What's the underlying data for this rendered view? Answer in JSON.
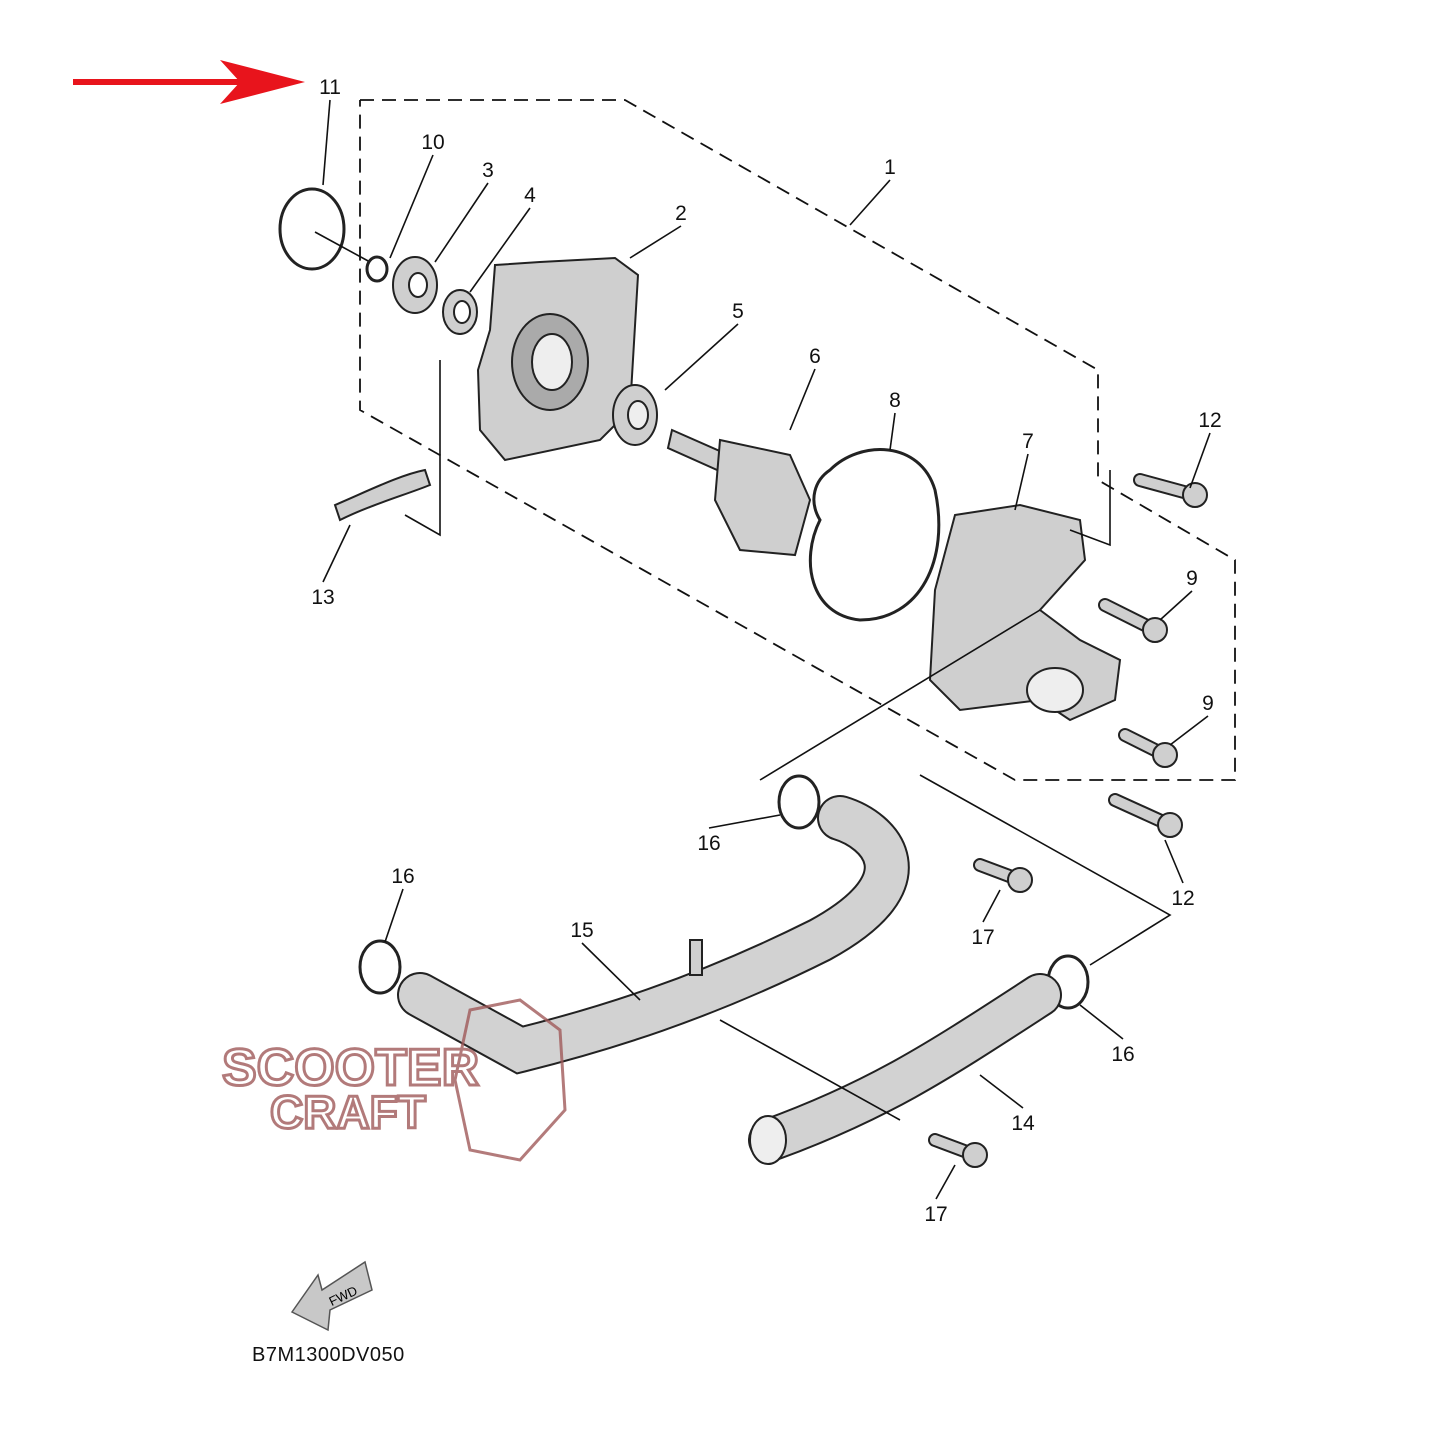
{
  "diagram": {
    "callouts": [
      "11",
      "10",
      "3",
      "4",
      "2",
      "1",
      "5",
      "6",
      "8",
      "7",
      "12",
      "9",
      "9",
      "12",
      "13",
      "16",
      "16",
      "17",
      "15",
      "16",
      "14",
      "17"
    ],
    "fwd_label": "FWD",
    "drawing_code": "B7M1300DV050",
    "highlight_arrow_color": "#e8141c",
    "highlighted_part": "11"
  },
  "watermark": {
    "line1": "SCOOTER",
    "line2": "CRAFT",
    "color": "#a05a5a"
  }
}
